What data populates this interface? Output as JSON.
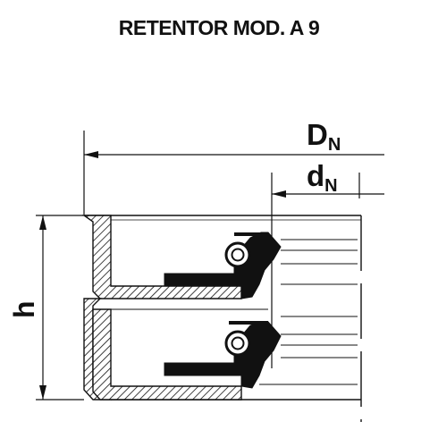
{
  "title": "RETENTOR MOD. A 9",
  "dimensions": {
    "outer_diameter": {
      "symbol": "D",
      "subscript": "N"
    },
    "inner_diameter": {
      "symbol": "d",
      "subscript": "N"
    },
    "height": {
      "symbol": "h"
    }
  },
  "colors": {
    "ink": "#111111",
    "background": "#ffffff",
    "hatch": "#111111"
  }
}
